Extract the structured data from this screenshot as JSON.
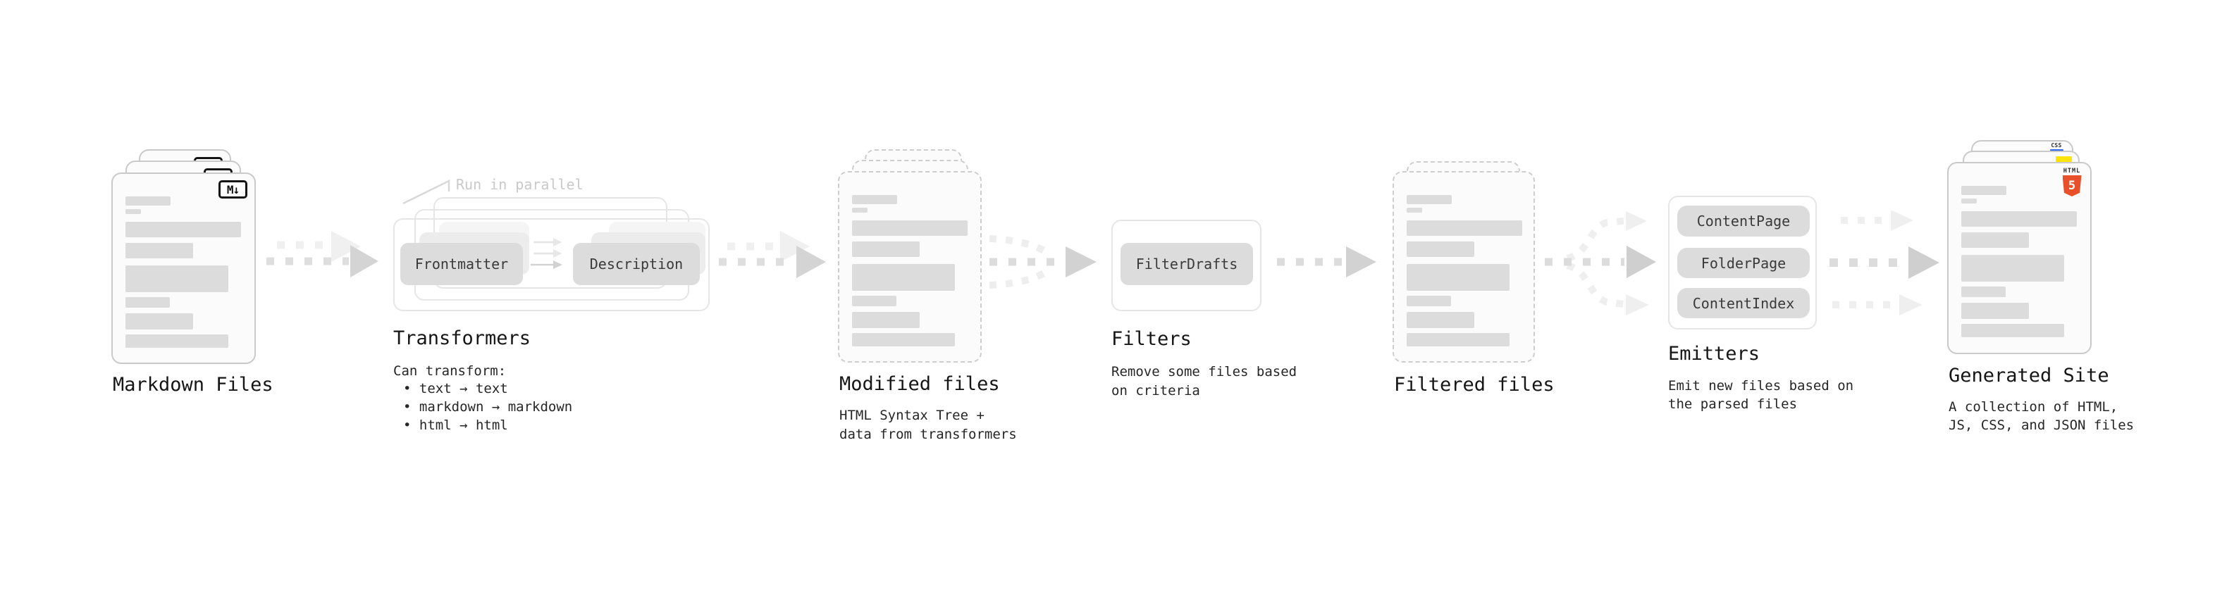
{
  "colors": {
    "html5_orange": "#e8502a",
    "js_yellow": "#ffe406",
    "css_blue": "#2965f1"
  },
  "stages": {
    "markdown": {
      "label": "Markdown Files",
      "icon_label": "M↓"
    },
    "transformers": {
      "title": "Transformers",
      "note": "Run in parallel",
      "box_a": "Frontmatter",
      "box_b": "Description",
      "body_heading": "Can transform:",
      "bullets": [
        "• text → text",
        "• markdown → markdown",
        "• html → html"
      ]
    },
    "modified": {
      "label": "Modified files",
      "subtitle": "HTML Syntax Tree +\ndata from transformers"
    },
    "filters": {
      "title": "Filters",
      "box": "FilterDrafts",
      "subtitle": "Remove some files based\non criteria"
    },
    "filtered": {
      "label": "Filtered files"
    },
    "emitters": {
      "title": "Emitters",
      "boxes": [
        "ContentPage",
        "FolderPage",
        "ContentIndex"
      ],
      "subtitle": "Emit new files based on\nthe parsed files"
    },
    "generated": {
      "label": "Generated Site",
      "subtitle": "A collection of HTML,\nJS, CSS, and JSON files",
      "html5_word": "HTML",
      "html5_number": "5",
      "css_word": "CSS"
    }
  },
  "doc_bars": [
    {
      "w": 64,
      "h": 13,
      "mt": 32
    },
    {
      "w": 22,
      "h": 7,
      "mt": 5
    },
    {
      "w": 164,
      "h": 22,
      "mt": 11
    },
    {
      "w": 96,
      "h": 22,
      "mt": 8
    },
    {
      "w": 146,
      "h": 38,
      "mt": 10
    },
    {
      "w": 63,
      "h": 15,
      "mt": 7
    },
    {
      "w": 96,
      "h": 23,
      "mt": 8
    },
    {
      "w": 146,
      "h": 19,
      "mt": 7
    }
  ]
}
